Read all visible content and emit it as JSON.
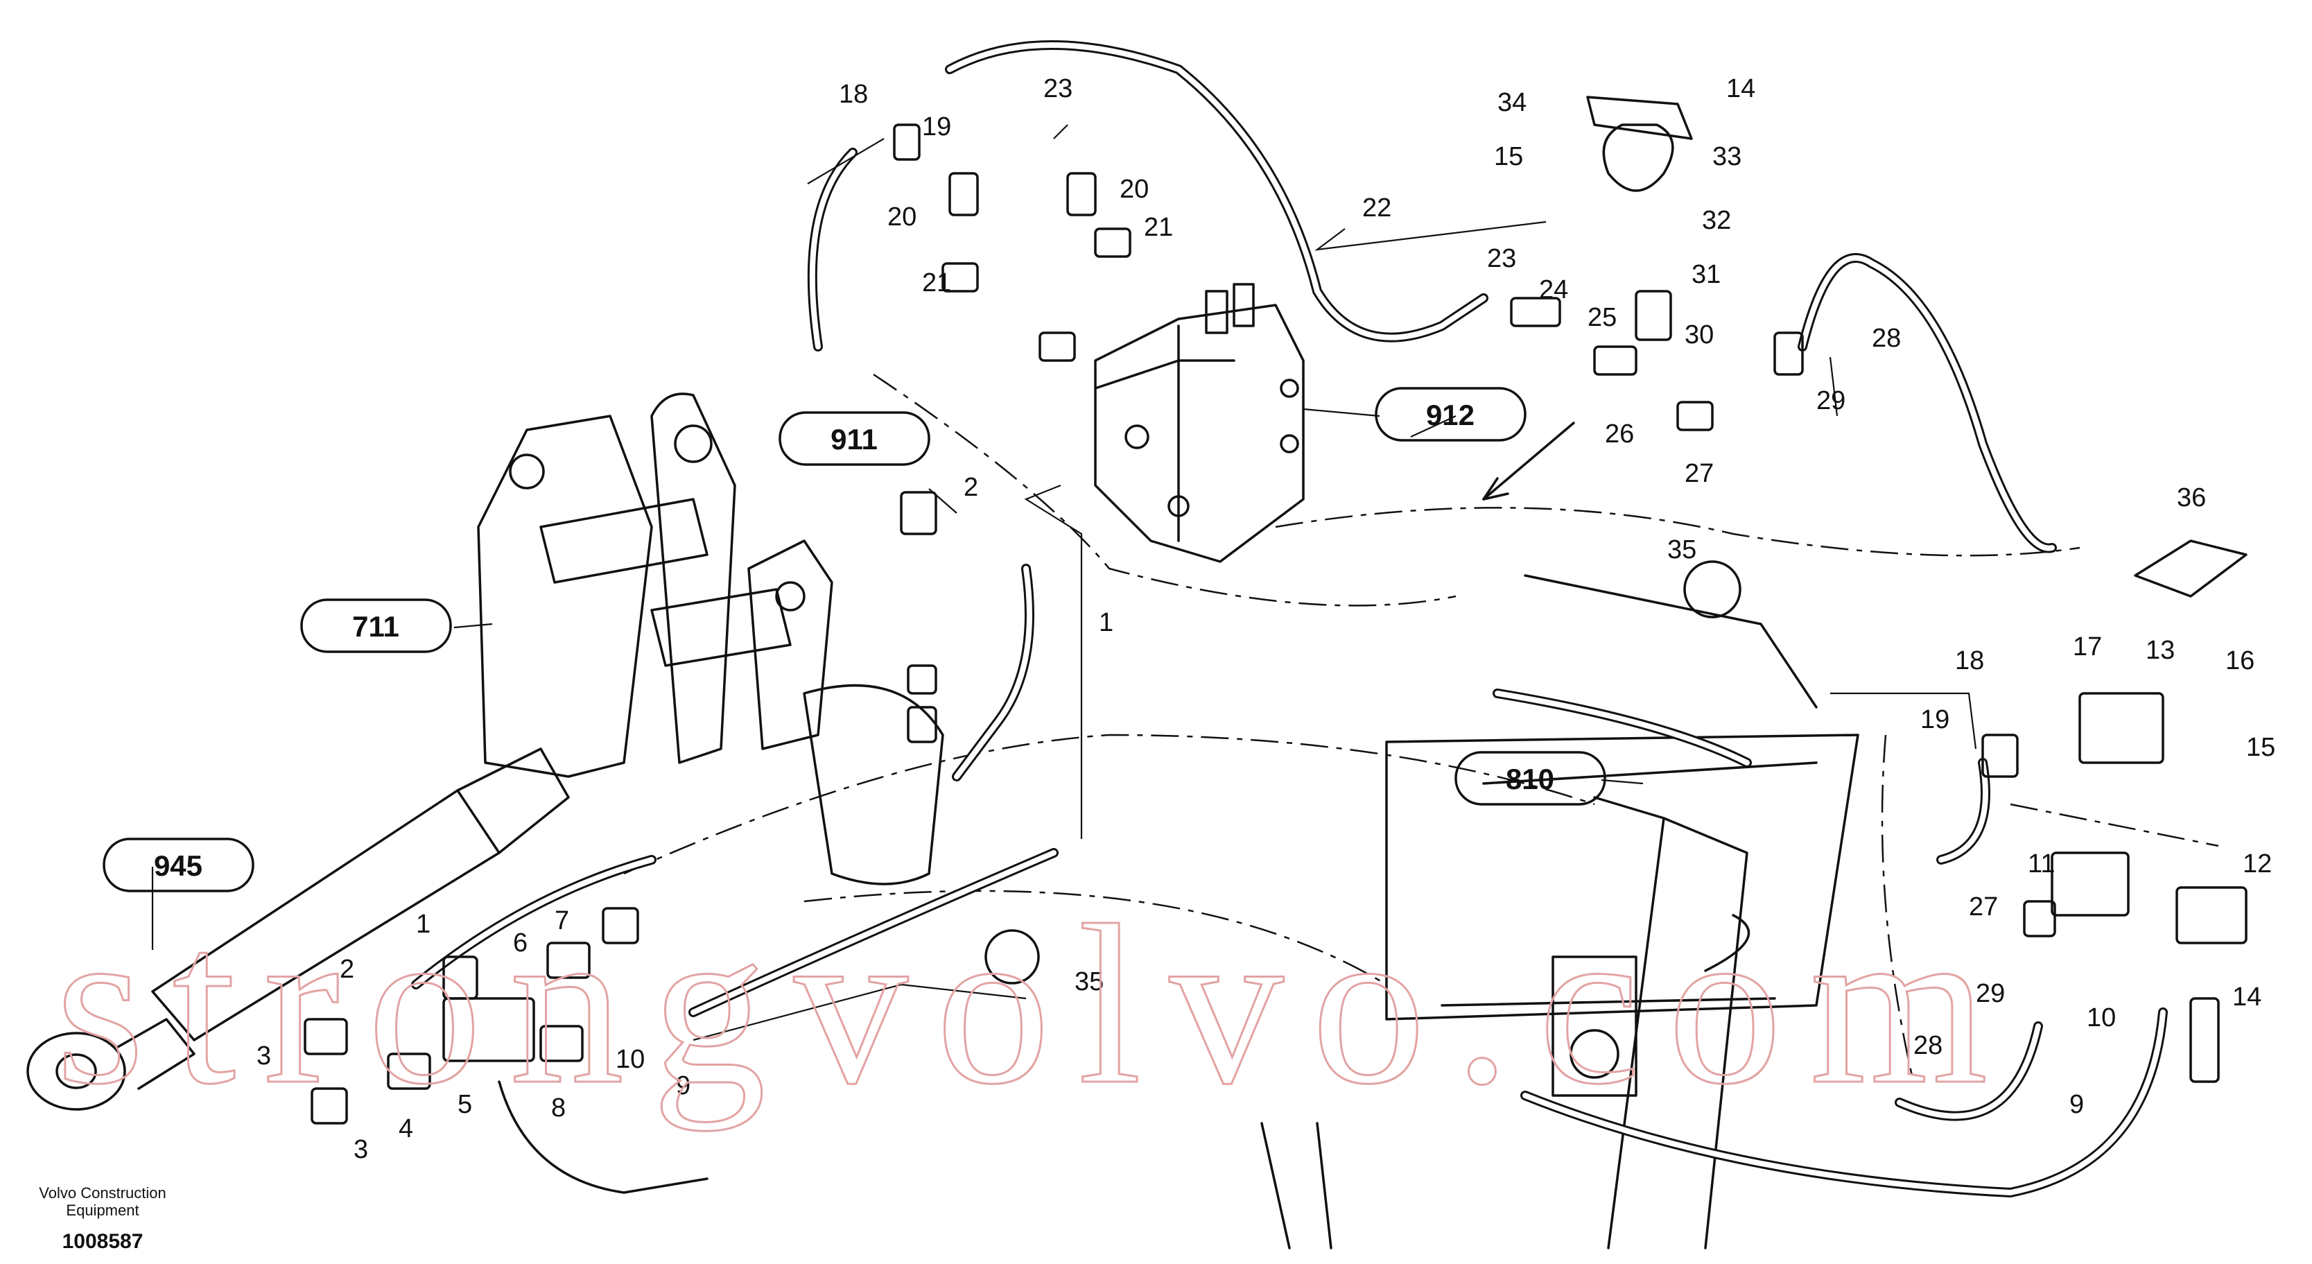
{
  "callouts": [
    "1",
    "2",
    "3",
    "4",
    "5",
    "6",
    "7",
    "8",
    "9",
    "10",
    "11",
    "12",
    "13",
    "14",
    "15",
    "16",
    "17",
    "18",
    "19",
    "20",
    "21",
    "22",
    "23",
    "24",
    "25",
    "26",
    "27",
    "28",
    "29",
    "30",
    "31",
    "32",
    "33",
    "34",
    "35",
    "36"
  ],
  "refs": [
    "711",
    "810",
    "911",
    "912",
    "945"
  ],
  "watermark": "strongvolvo.com",
  "footer": {
    "maker_line1": "Volvo Construction",
    "maker_line2": "Equipment",
    "drawing_number": "1008587"
  }
}
